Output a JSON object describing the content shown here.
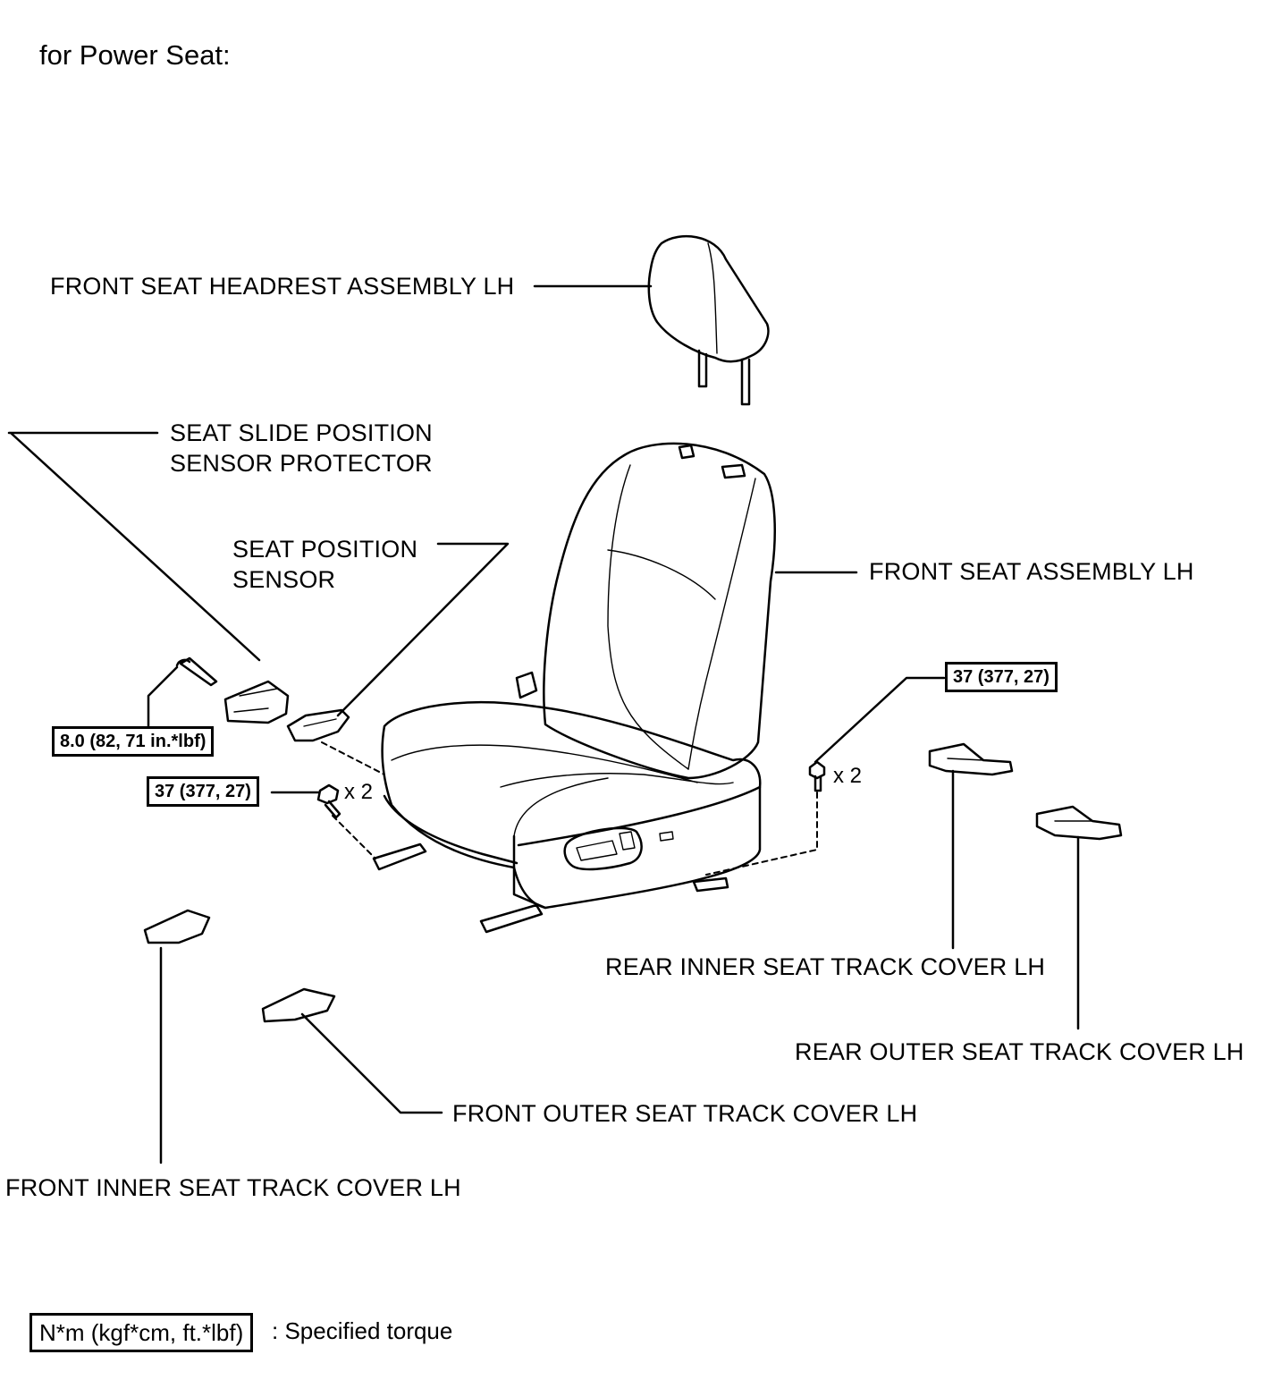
{
  "header": {
    "title": "for Power Seat:"
  },
  "labels": {
    "headrest": "FRONT SEAT HEADREST ASSEMBLY LH",
    "slide_protector": "SEAT SLIDE POSITION\nSENSOR PROTECTOR",
    "position_sensor": "SEAT POSITION\nSENSOR",
    "front_seat": "FRONT SEAT ASSEMBLY LH",
    "rear_inner_cover": "REAR INNER SEAT TRACK COVER LH",
    "rear_outer_cover": "REAR OUTER SEAT TRACK COVER LH",
    "front_outer_cover": "FRONT OUTER SEAT TRACK COVER LH",
    "front_inner_cover": "FRONT INNER SEAT TRACK COVER LH"
  },
  "torques": {
    "protector_screw": "8.0 (82, 71 in.*lbf)",
    "front_bolt": "37 (377, 27)",
    "rear_bolt": "37 (377, 27)"
  },
  "quantities": {
    "front_bolt": "x 2",
    "rear_bolt": "x 2"
  },
  "legend": {
    "box": "N*m (kgf*cm, ft.*lbf)",
    "text": ": Specified torque"
  }
}
